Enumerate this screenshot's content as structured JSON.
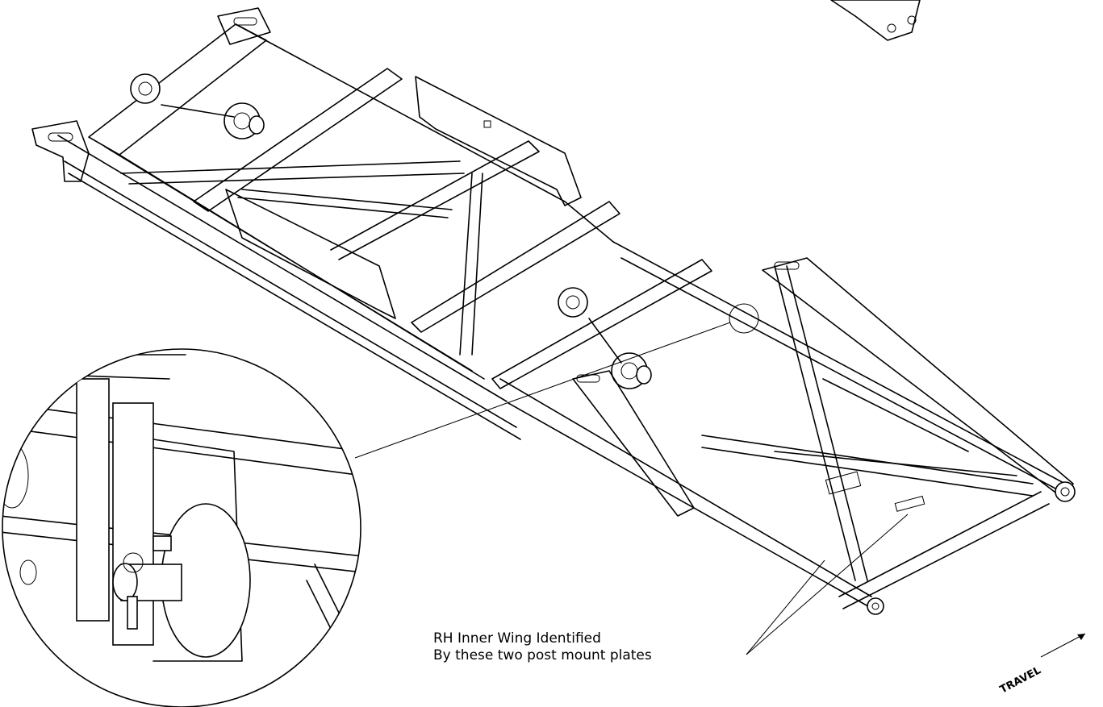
{
  "callout": {
    "line1": "RH Inner Wing Identified",
    "line2": "By these two post mount plates"
  },
  "travel": {
    "label": "TRAVEL"
  }
}
